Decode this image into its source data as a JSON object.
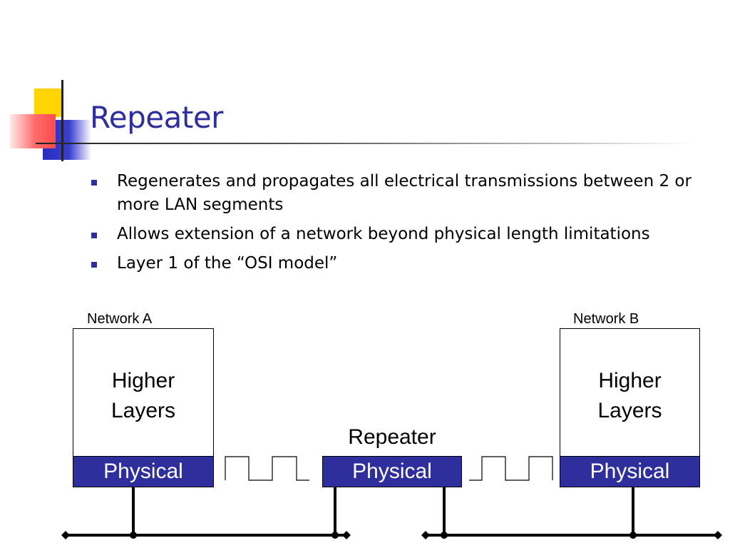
{
  "slide": {
    "title": "Repeater",
    "bullets": [
      "Regenerates and propagates all electrical transmissions between 2 or more LAN segments",
      "Allows extension of a network beyond physical length limitations",
      "Layer 1 of the “OSI model”"
    ]
  },
  "diagram": {
    "network_a": {
      "label": "Network A",
      "higher": [
        "Higher",
        "Layers"
      ],
      "physical": "Physical"
    },
    "repeater": {
      "label": "Repeater",
      "physical": "Physical"
    },
    "network_b": {
      "label": "Network B",
      "higher": [
        "Higher",
        "Layers"
      ],
      "physical": "Physical"
    }
  },
  "colors": {
    "title": "#2e2e9c",
    "physical_fill": "#2e2e9c",
    "accent_yellow": "#ffd400",
    "accent_red": "#ff5a5a"
  }
}
